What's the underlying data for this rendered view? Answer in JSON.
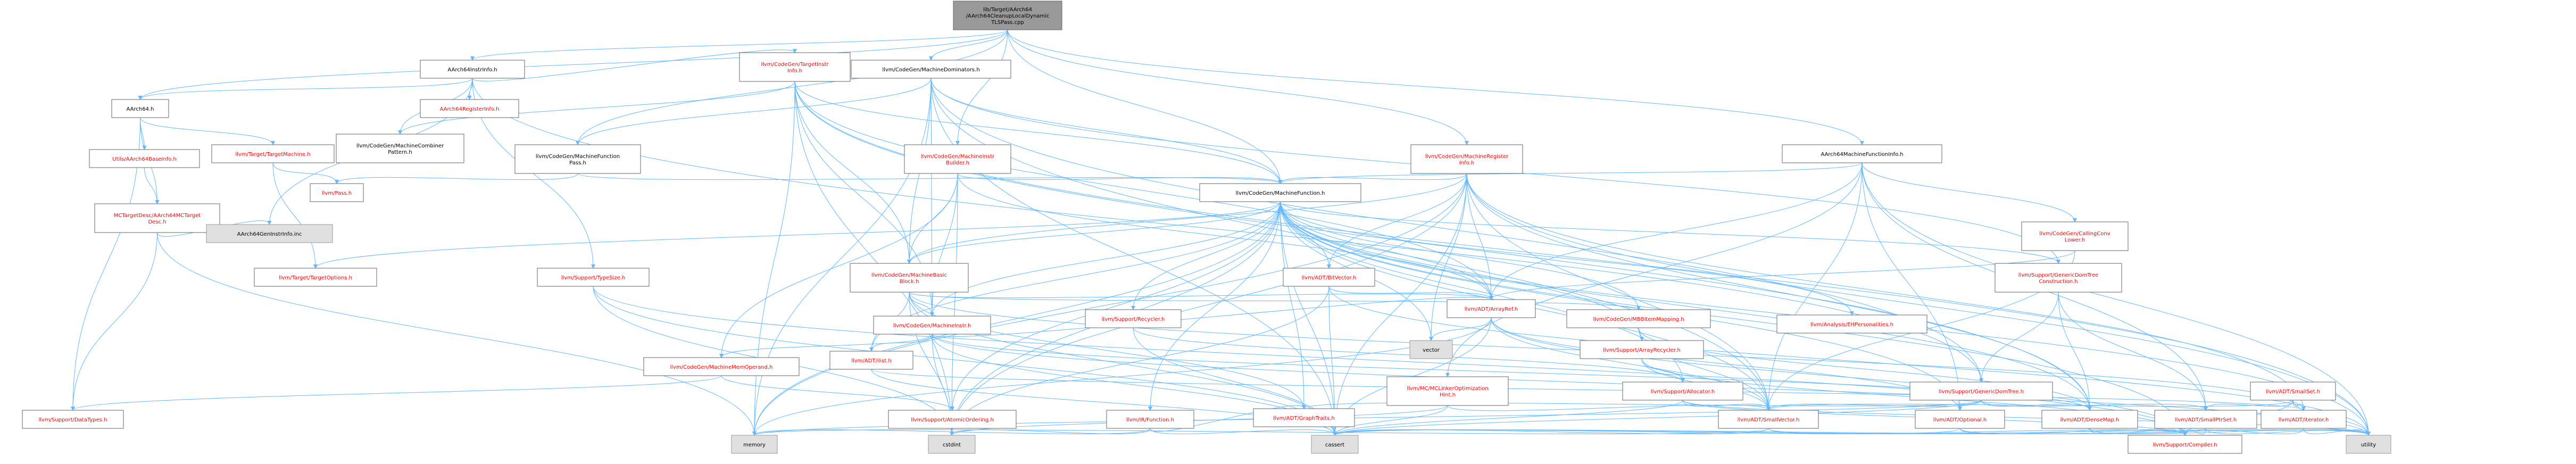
{
  "colors": {
    "root_fill": "#999999",
    "node_fill": "#ffffff",
    "ext_fill": "#e0e0e0",
    "node_border": "#666666",
    "ext_border": "#999999",
    "red_text": "#ff0000",
    "edge": "#63b8ff"
  },
  "nodes": [
    {
      "id": "root",
      "lines": [
        "lib/Target/AArch64",
        "/AArch64CleanupLocalDynamic",
        "TLSPass.cpp"
      ],
      "kind": "root"
    },
    {
      "id": "instrinfo",
      "lines": [
        "AArch64InstrInfo.h"
      ],
      "kind": "normal"
    },
    {
      "id": "a64",
      "lines": [
        "AArch64.h"
      ],
      "kind": "normal"
    },
    {
      "id": "reginfo",
      "lines": [
        "AArch64RegisterInfo.h"
      ],
      "kind": "red"
    },
    {
      "id": "tii",
      "lines": [
        "llvm/CodeGen/TargetInstr",
        "Info.h"
      ],
      "kind": "red"
    },
    {
      "id": "mdom",
      "lines": [
        "llvm/CodeGen/MachineDominators.h"
      ],
      "kind": "normal"
    },
    {
      "id": "utils",
      "lines": [
        "Utils/AArch64BaseInfo.h"
      ],
      "kind": "red"
    },
    {
      "id": "targetmachine",
      "lines": [
        "llvm/Target/TargetMachine.h"
      ],
      "kind": "red"
    },
    {
      "id": "mcombiner",
      "lines": [
        "llvm/CodeGen/MachineCombiner",
        "Pattern.h"
      ],
      "kind": "normal"
    },
    {
      "id": "mfpass",
      "lines": [
        "llvm/CodeGen/MachineFunction",
        "Pass.h"
      ],
      "kind": "normal"
    },
    {
      "id": "mib",
      "lines": [
        "llvm/CodeGen/MachineInstr",
        "Builder.h"
      ],
      "kind": "red"
    },
    {
      "id": "mri",
      "lines": [
        "llvm/CodeGen/MachineRegister",
        "Info.h"
      ],
      "kind": "red"
    },
    {
      "id": "mfi",
      "lines": [
        "AArch64MachineFunctionInfo.h"
      ],
      "kind": "normal"
    },
    {
      "id": "mcdesc",
      "lines": [
        "MCTargetDesc/AArch64MCTarget",
        "Desc.h"
      ],
      "kind": "red"
    },
    {
      "id": "pass",
      "lines": [
        "llvm/Pass.h"
      ],
      "kind": "red"
    },
    {
      "id": "mf",
      "lines": [
        "llvm/CodeGen/MachineFunction.h"
      ],
      "kind": "normal"
    },
    {
      "id": "ccl",
      "lines": [
        "llvm/CodeGen/CallingConv",
        "Lower.h"
      ],
      "kind": "red"
    },
    {
      "id": "geninc",
      "lines": [
        "AArch64GenInstrInfo.inc"
      ],
      "kind": "ext"
    },
    {
      "id": "topts",
      "lines": [
        "llvm/Target/TargetOptions.h"
      ],
      "kind": "red"
    },
    {
      "id": "typesize",
      "lines": [
        "llvm/Support/TypeSize.h"
      ],
      "kind": "red"
    },
    {
      "id": "mbb",
      "lines": [
        "llvm/CodeGen/MachineBasic",
        "Block.h"
      ],
      "kind": "red"
    },
    {
      "id": "bitvector",
      "lines": [
        "llvm/ADT/BitVector.h"
      ],
      "kind": "red"
    },
    {
      "id": "gdtc",
      "lines": [
        "llvm/Support/GenericDomTree",
        "Construction.h"
      ],
      "kind": "red"
    },
    {
      "id": "arrayref",
      "lines": [
        "llvm/ADT/ArrayRef.h"
      ],
      "kind": "red"
    },
    {
      "id": "recycler",
      "lines": [
        "llvm/Support/Recycler.h"
      ],
      "kind": "red"
    },
    {
      "id": "mbbim",
      "lines": [
        "llvm/CodeGen/MBBItemMapping.h"
      ],
      "kind": "red"
    },
    {
      "id": "ehp",
      "lines": [
        "llvm/Analysis/EHPersonalities.h"
      ],
      "kind": "red"
    },
    {
      "id": "minstr",
      "lines": [
        "llvm/CodeGen/MachineInstr.h"
      ],
      "kind": "red"
    },
    {
      "id": "vector",
      "lines": [
        "vector"
      ],
      "kind": "ext"
    },
    {
      "id": "ilist",
      "lines": [
        "llvm/ADT/ilist.h"
      ],
      "kind": "red"
    },
    {
      "id": "arec",
      "lines": [
        "llvm/Support/ArrayRecycler.h"
      ],
      "kind": "red"
    },
    {
      "id": "mmo",
      "lines": [
        "llvm/CodeGen/MachineMemOperand.h"
      ],
      "kind": "red"
    },
    {
      "id": "datatypes",
      "lines": [
        "llvm/Support/DataTypes.h"
      ],
      "kind": "red"
    },
    {
      "id": "atomic",
      "lines": [
        "llvm/Support/AtomicOrdering.h"
      ],
      "kind": "red"
    },
    {
      "id": "irfunc",
      "lines": [
        "llvm/IR/Function.h"
      ],
      "kind": "red"
    },
    {
      "id": "mclho",
      "lines": [
        "llvm/MC/MCLinkerOptimization",
        "Hint.h"
      ],
      "kind": "red"
    },
    {
      "id": "alloc",
      "lines": [
        "llvm/Support/Allocator.h"
      ],
      "kind": "red"
    },
    {
      "id": "gdt",
      "lines": [
        "llvm/Support/GenericDomTree.h"
      ],
      "kind": "red"
    },
    {
      "id": "smallset",
      "lines": [
        "llvm/ADT/SmallSet.h"
      ],
      "kind": "red"
    },
    {
      "id": "cstdint",
      "lines": [
        "cstdint"
      ],
      "kind": "ext"
    },
    {
      "id": "graphtraits",
      "lines": [
        "llvm/ADT/GraphTraits.h"
      ],
      "kind": "red"
    },
    {
      "id": "smallvector",
      "lines": [
        "llvm/ADT/SmallVector.h"
      ],
      "kind": "red"
    },
    {
      "id": "optional",
      "lines": [
        "llvm/ADT/Optional.h"
      ],
      "kind": "red"
    },
    {
      "id": "densemap",
      "lines": [
        "llvm/ADT/DenseMap.h"
      ],
      "kind": "red"
    },
    {
      "id": "smallptrset",
      "lines": [
        "llvm/ADT/SmallPtrSet.h"
      ],
      "kind": "red"
    },
    {
      "id": "iterator",
      "lines": [
        "llvm/ADT/iterator.h"
      ],
      "kind": "red"
    },
    {
      "id": "memory",
      "lines": [
        "memory"
      ],
      "kind": "ext"
    },
    {
      "id": "cassert",
      "lines": [
        "cassert"
      ],
      "kind": "ext"
    },
    {
      "id": "compiler",
      "lines": [
        "llvm/Support/Compiler.h"
      ],
      "kind": "red"
    },
    {
      "id": "utility",
      "lines": [
        "utility"
      ],
      "kind": "ext"
    }
  ],
  "edges": [
    [
      "root",
      "instrinfo"
    ],
    [
      "root",
      "a64"
    ],
    [
      "root",
      "mdom"
    ],
    [
      "root",
      "mfpass"
    ],
    [
      "root",
      "mib"
    ],
    [
      "root",
      "mri"
    ],
    [
      "root",
      "mfi"
    ],
    [
      "root",
      "mf"
    ],
    [
      "instrinfo",
      "a64"
    ],
    [
      "instrinfo",
      "reginfo"
    ],
    [
      "instrinfo",
      "tii"
    ],
    [
      "instrinfo",
      "mcombiner"
    ],
    [
      "instrinfo",
      "geninc"
    ],
    [
      "instrinfo",
      "typesize"
    ],
    [
      "instrinfo",
      "gdt"
    ],
    [
      "a64",
      "utils"
    ],
    [
      "a64",
      "mcdesc"
    ],
    [
      "a64",
      "targetmachine"
    ],
    [
      "a64",
      "datatypes"
    ],
    [
      "utils",
      "mcdesc"
    ],
    [
      "mcdesc",
      "geninc"
    ],
    [
      "mcdesc",
      "datatypes"
    ],
    [
      "mcdesc",
      "memory"
    ],
    [
      "targetmachine",
      "pass"
    ],
    [
      "targetmachine",
      "topts"
    ],
    [
      "tii",
      "mcombiner"
    ],
    [
      "tii",
      "mbb"
    ],
    [
      "tii",
      "minstr"
    ],
    [
      "tii",
      "arrayref"
    ],
    [
      "tii",
      "densemap"
    ],
    [
      "tii",
      "cstdint"
    ],
    [
      "tii",
      "utility"
    ],
    [
      "tii",
      "memory"
    ],
    [
      "tii",
      "mf"
    ],
    [
      "mdom",
      "mbb"
    ],
    [
      "mdom",
      "mfpass"
    ],
    [
      "mdom",
      "mf"
    ],
    [
      "mdom",
      "minstr"
    ],
    [
      "mdom",
      "gdt"
    ],
    [
      "mdom",
      "gdtc"
    ],
    [
      "mdom",
      "smallvector"
    ],
    [
      "mdom",
      "memory"
    ],
    [
      "mdom",
      "cassert"
    ],
    [
      "mfpass",
      "pass"
    ],
    [
      "mfpass",
      "mf"
    ],
    [
      "mib",
      "mbb"
    ],
    [
      "mib",
      "mf"
    ],
    [
      "mib",
      "minstr"
    ],
    [
      "mib",
      "mmo"
    ],
    [
      "mib",
      "cstdint"
    ],
    [
      "mib",
      "arrayref"
    ],
    [
      "mri",
      "mf"
    ],
    [
      "mri",
      "mbb"
    ],
    [
      "mri",
      "bitvector"
    ],
    [
      "mri",
      "arrayref"
    ],
    [
      "mri",
      "vector"
    ],
    [
      "mri",
      "smallvector"
    ],
    [
      "mri",
      "iterator"
    ],
    [
      "mri",
      "memory"
    ],
    [
      "mri",
      "cassert"
    ],
    [
      "mri",
      "cstdint"
    ],
    [
      "mri",
      "utility"
    ],
    [
      "mri",
      "densemap"
    ],
    [
      "mfi",
      "mf"
    ],
    [
      "mfi",
      "ccl"
    ],
    [
      "mfi",
      "mclho"
    ],
    [
      "mfi",
      "arrayref"
    ],
    [
      "mfi",
      "smallptrset"
    ],
    [
      "mfi",
      "smallvector"
    ],
    [
      "mfi",
      "optional"
    ],
    [
      "mfi",
      "utility"
    ],
    [
      "mf",
      "mbb"
    ],
    [
      "mf",
      "minstr"
    ],
    [
      "mf",
      "ilist"
    ],
    [
      "mf",
      "arrayref"
    ],
    [
      "mf",
      "bitvector"
    ],
    [
      "mf",
      "recycler"
    ],
    [
      "mf",
      "mbbim"
    ],
    [
      "mf",
      "ehp"
    ],
    [
      "mf",
      "arec"
    ],
    [
      "mf",
      "alloc"
    ],
    [
      "mf",
      "irfunc"
    ],
    [
      "mf",
      "atomic"
    ],
    [
      "mf",
      "densemap"
    ],
    [
      "mf",
      "smallvector"
    ],
    [
      "mf",
      "graphtraits"
    ],
    [
      "mf",
      "topts"
    ],
    [
      "mf",
      "cstdint"
    ],
    [
      "mf",
      "memory"
    ],
    [
      "mf",
      "cassert"
    ],
    [
      "mf",
      "utility"
    ],
    [
      "mf",
      "vector"
    ],
    [
      "mf",
      "compiler"
    ],
    [
      "mf",
      "gdtc"
    ],
    [
      "mf",
      "optional"
    ],
    [
      "ccl",
      "smallvector"
    ],
    [
      "ccl",
      "arrayref"
    ],
    [
      "typesize",
      "compiler"
    ],
    [
      "typesize",
      "cassert"
    ],
    [
      "typesize",
      "cstdint"
    ],
    [
      "mbb",
      "minstr"
    ],
    [
      "mbb",
      "ilist"
    ],
    [
      "mbb",
      "arrayref"
    ],
    [
      "mbb",
      "graphtraits"
    ],
    [
      "mbb",
      "mbbim"
    ],
    [
      "mbb",
      "cassert"
    ],
    [
      "mbb",
      "cstdint"
    ],
    [
      "mbb",
      "iterator"
    ],
    [
      "bitvector",
      "arrayref"
    ],
    [
      "bitvector",
      "cassert"
    ],
    [
      "bitvector",
      "cstdint"
    ],
    [
      "bitvector",
      "utility"
    ],
    [
      "gdtc",
      "gdt"
    ],
    [
      "gdtc",
      "smallptrset"
    ],
    [
      "gdtc",
      "densemap"
    ],
    [
      "arrayref",
      "smallvector"
    ],
    [
      "arrayref",
      "compiler"
    ],
    [
      "arrayref",
      "vector"
    ],
    [
      "arrayref",
      "cassert"
    ],
    [
      "arrayref",
      "memory"
    ],
    [
      "arrayref",
      "optional"
    ],
    [
      "recycler",
      "alloc"
    ],
    [
      "recycler",
      "cassert"
    ],
    [
      "mbbim",
      "densemap"
    ],
    [
      "mbbim",
      "smallvector"
    ],
    [
      "minstr",
      "ilist"
    ],
    [
      "minstr",
      "mmo"
    ],
    [
      "minstr",
      "arrayref"
    ],
    [
      "minstr",
      "densemap"
    ],
    [
      "minstr",
      "cstdint"
    ],
    [
      "minstr",
      "utility"
    ],
    [
      "minstr",
      "cassert"
    ],
    [
      "ilist",
      "cassert"
    ],
    [
      "ilist",
      "iterator"
    ],
    [
      "arec",
      "alloc"
    ],
    [
      "arec",
      "smallvector"
    ],
    [
      "arec",
      "compiler"
    ],
    [
      "mmo",
      "datatypes"
    ],
    [
      "mmo",
      "atomic"
    ],
    [
      "irfunc",
      "graphtraits"
    ],
    [
      "irfunc",
      "cassert"
    ],
    [
      "irfunc",
      "cstdint"
    ],
    [
      "irfunc",
      "memory"
    ],
    [
      "mclho",
      "smallvector"
    ],
    [
      "mclho",
      "cassert"
    ],
    [
      "mclho",
      "cstdint"
    ],
    [
      "alloc",
      "smallvector"
    ],
    [
      "alloc",
      "compiler"
    ],
    [
      "alloc",
      "cassert"
    ],
    [
      "alloc",
      "utility"
    ],
    [
      "gdt",
      "graphtraits"
    ],
    [
      "gdt",
      "smallptrset"
    ],
    [
      "gdt",
      "smallvector"
    ],
    [
      "gdt",
      "densemap"
    ],
    [
      "gdt",
      "memory"
    ],
    [
      "gdt",
      "cassert"
    ],
    [
      "smallset",
      "smallptrset"
    ],
    [
      "smallset",
      "smallvector"
    ],
    [
      "smallset",
      "iterator"
    ],
    [
      "smallset",
      "compiler"
    ],
    [
      "smallset",
      "utility"
    ],
    [
      "smallvector",
      "compiler"
    ],
    [
      "smallvector",
      "cassert"
    ],
    [
      "smallvector",
      "memory"
    ],
    [
      "smallvector",
      "utility"
    ],
    [
      "optional",
      "compiler"
    ],
    [
      "optional",
      "cassert"
    ],
    [
      "optional",
      "utility"
    ],
    [
      "densemap",
      "compiler"
    ],
    [
      "densemap",
      "utility"
    ],
    [
      "densemap",
      "cassert"
    ],
    [
      "smallptrset",
      "compiler"
    ],
    [
      "smallptrset",
      "cassert"
    ],
    [
      "smallptrset",
      "utility"
    ],
    [
      "iterator",
      "compiler"
    ],
    [
      "iterator",
      "utility"
    ]
  ]
}
